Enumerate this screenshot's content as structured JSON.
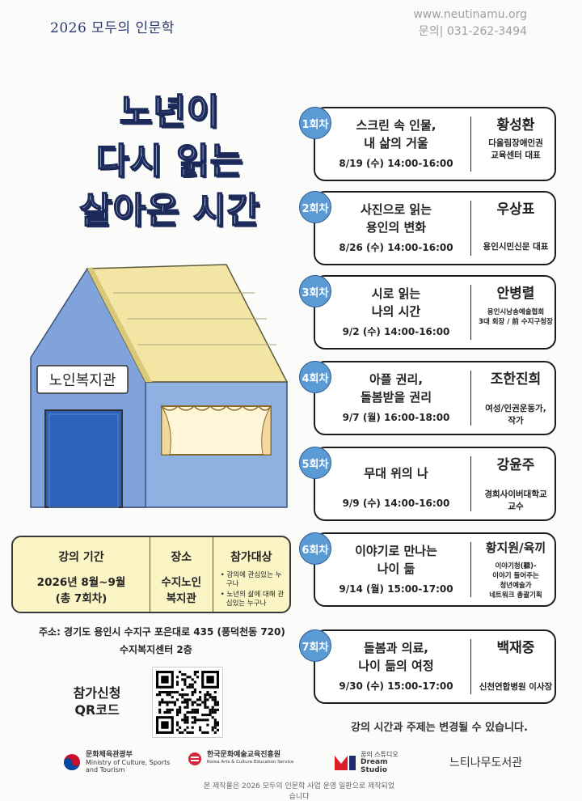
{
  "header": {
    "series": "2026 모두의 인문학",
    "website": "www.neutinamu.org",
    "phone": "문의| 031-262-3494"
  },
  "title": [
    "노년이",
    "다시 읽는",
    "살아온 시간"
  ],
  "house": {
    "sign": "노인복지관"
  },
  "info": {
    "period_label": "강의 기간",
    "period_value": "2026년 8월~9월",
    "period_total": "(총 7회차)",
    "place_label": "장소",
    "place_value_1": "수지노인",
    "place_value_2": "복지관",
    "target_label": "참가대상",
    "target_items": [
      "강의에 관심있는 누구나",
      "노년의 삶에 대해 관심있는 누구나"
    ]
  },
  "address": {
    "line1": "주소:  경기도 용인시 수지구 포은대로 435 (풍덕천동 720)",
    "line2": "수지복지센터 2층"
  },
  "apply": {
    "line1": "참가신청",
    "line2": "QR코드"
  },
  "sessions": [
    {
      "badge": "1회차",
      "topic1": "스크린 속 인물,",
      "topic2": "내 삶의 거울",
      "time": "8/19 (수) 14:00-16:00",
      "speaker": "황성환",
      "aff1": "다올림장애인권",
      "aff2": "교육센터 대표"
    },
    {
      "badge": "2회차",
      "topic1": "사진으로 읽는",
      "topic2": "용인의 변화",
      "time": "8/26 (수) 14:00-16:00",
      "speaker": "우상표",
      "aff1": "용인시민신문 대표",
      "aff2": ""
    },
    {
      "badge": "3회차",
      "topic1": "시로 읽는",
      "topic2": "나의 시간",
      "time": "9/2 (수) 14:00-16:00",
      "speaker": "안병렬",
      "aff1": "용인시낭송예술협회",
      "aff2": "3대 회장 / 前 수지구청장"
    },
    {
      "badge": "4회차",
      "topic1": "아플 권리,",
      "topic2": "돌봄받을 권리",
      "time": "9/7 (월) 16:00-18:00",
      "speaker": "조한진희",
      "aff1": "여성/인권운동가,",
      "aff2": "작가"
    },
    {
      "badge": "5회차",
      "topic1": "무대 위의 나",
      "topic2": "",
      "time": "9/9 (수) 14:00-16:00",
      "speaker": "강윤주",
      "aff1": "경희사이버대학교",
      "aff2": "교수"
    },
    {
      "badge": "6회차",
      "topic1": "이야기로 만나는",
      "topic2": "나이 듦",
      "time": "9/14 (월) 15:00-17:00",
      "speaker": "황지원/육끼",
      "aff1": "이야기청(聽)-",
      "aff2": "이야기 들어주는",
      "aff3": "청년예술가",
      "aff4": "네트워크 총괄기획"
    },
    {
      "badge": "7회차",
      "topic1": "돌봄과 의료,",
      "topic2": "나이 듦의 여정",
      "time": "9/30 (수) 15:00-17:00",
      "speaker": "백재중",
      "aff1": "신천연합병원 이사장",
      "aff2": ""
    }
  ],
  "note": "강의 시간과 주제는 변경될 수 있습니다.",
  "logos": {
    "mcst": "문화체육관광부",
    "mcst_en1": "Ministry of Culture, Sports",
    "mcst_en2": "and Tourism",
    "arte": "한국문화예술교육진흥원",
    "arte_en": "Korea Arts & Culture Education Service",
    "dream": "꿈의 스튜디오",
    "dream_en1": "Dream",
    "dream_en2": "Studio",
    "neuti": "느티나무도서관"
  },
  "footer": "본 제작물은 2026 모두의 인문학 사업 운영 일환으로 제작되었습니다"
}
